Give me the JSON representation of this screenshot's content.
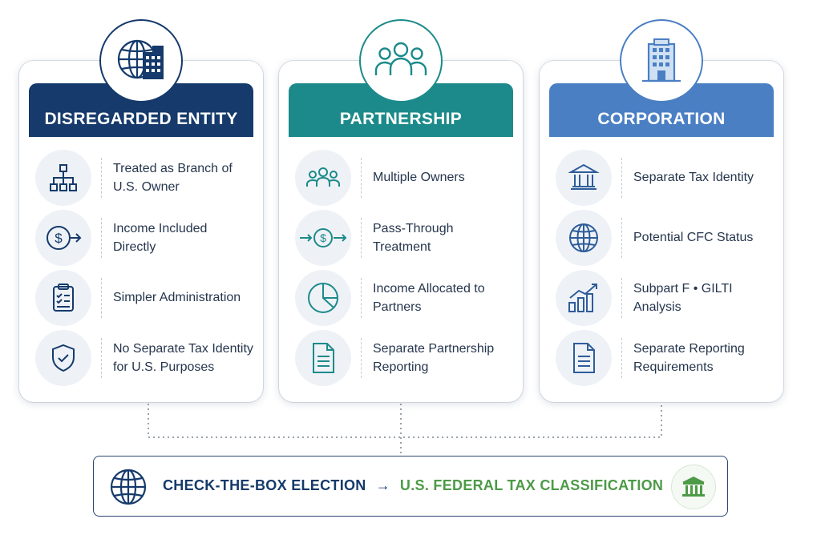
{
  "colors": {
    "navy": "#153a6b",
    "teal": "#1c8a8a",
    "blue": "#4a7fc4",
    "green": "#4d9a47"
  },
  "cards": [
    {
      "title": "DISREGARDED ENTITY",
      "top_icon": "globe-building-icon",
      "rows": [
        {
          "icon": "org-chart-icon",
          "text": "Treated as Branch of U.S. Owner"
        },
        {
          "icon": "dollar-arrow-icon",
          "text": "Income Included Directly"
        },
        {
          "icon": "clipboard-checklist-icon",
          "text": "Simpler Administration"
        },
        {
          "icon": "shield-check-icon",
          "text": "No Separate Tax Identity for U.S. Purposes"
        }
      ]
    },
    {
      "title": "PARTNERSHIP",
      "top_icon": "group-people-icon",
      "rows": [
        {
          "icon": "people-icon",
          "text": "Multiple Owners"
        },
        {
          "icon": "pass-through-dollar-icon",
          "text": "Pass-Through Treatment"
        },
        {
          "icon": "pie-chart-icon",
          "text": "Income Allocated to Partners"
        },
        {
          "icon": "document-icon",
          "text": "Separate Partnership Reporting"
        }
      ]
    },
    {
      "title": "CORPORATION",
      "top_icon": "office-building-icon",
      "rows": [
        {
          "icon": "bank-building-icon",
          "text": "Separate Tax Identity"
        },
        {
          "icon": "globe-icon",
          "text": "Potential CFC Status"
        },
        {
          "icon": "growth-chart-icon",
          "text": "Subpart F • GILTI Analysis"
        },
        {
          "icon": "document-icon",
          "text": "Separate Reporting Requirements"
        }
      ]
    }
  ],
  "bottom": {
    "left_text": "CHECK-THE-BOX ELECTION",
    "arrow": "→",
    "right_text": "U.S. FEDERAL TAX CLASSIFICATION",
    "left_icon": "globe-icon",
    "right_icon": "bank-building-icon"
  }
}
